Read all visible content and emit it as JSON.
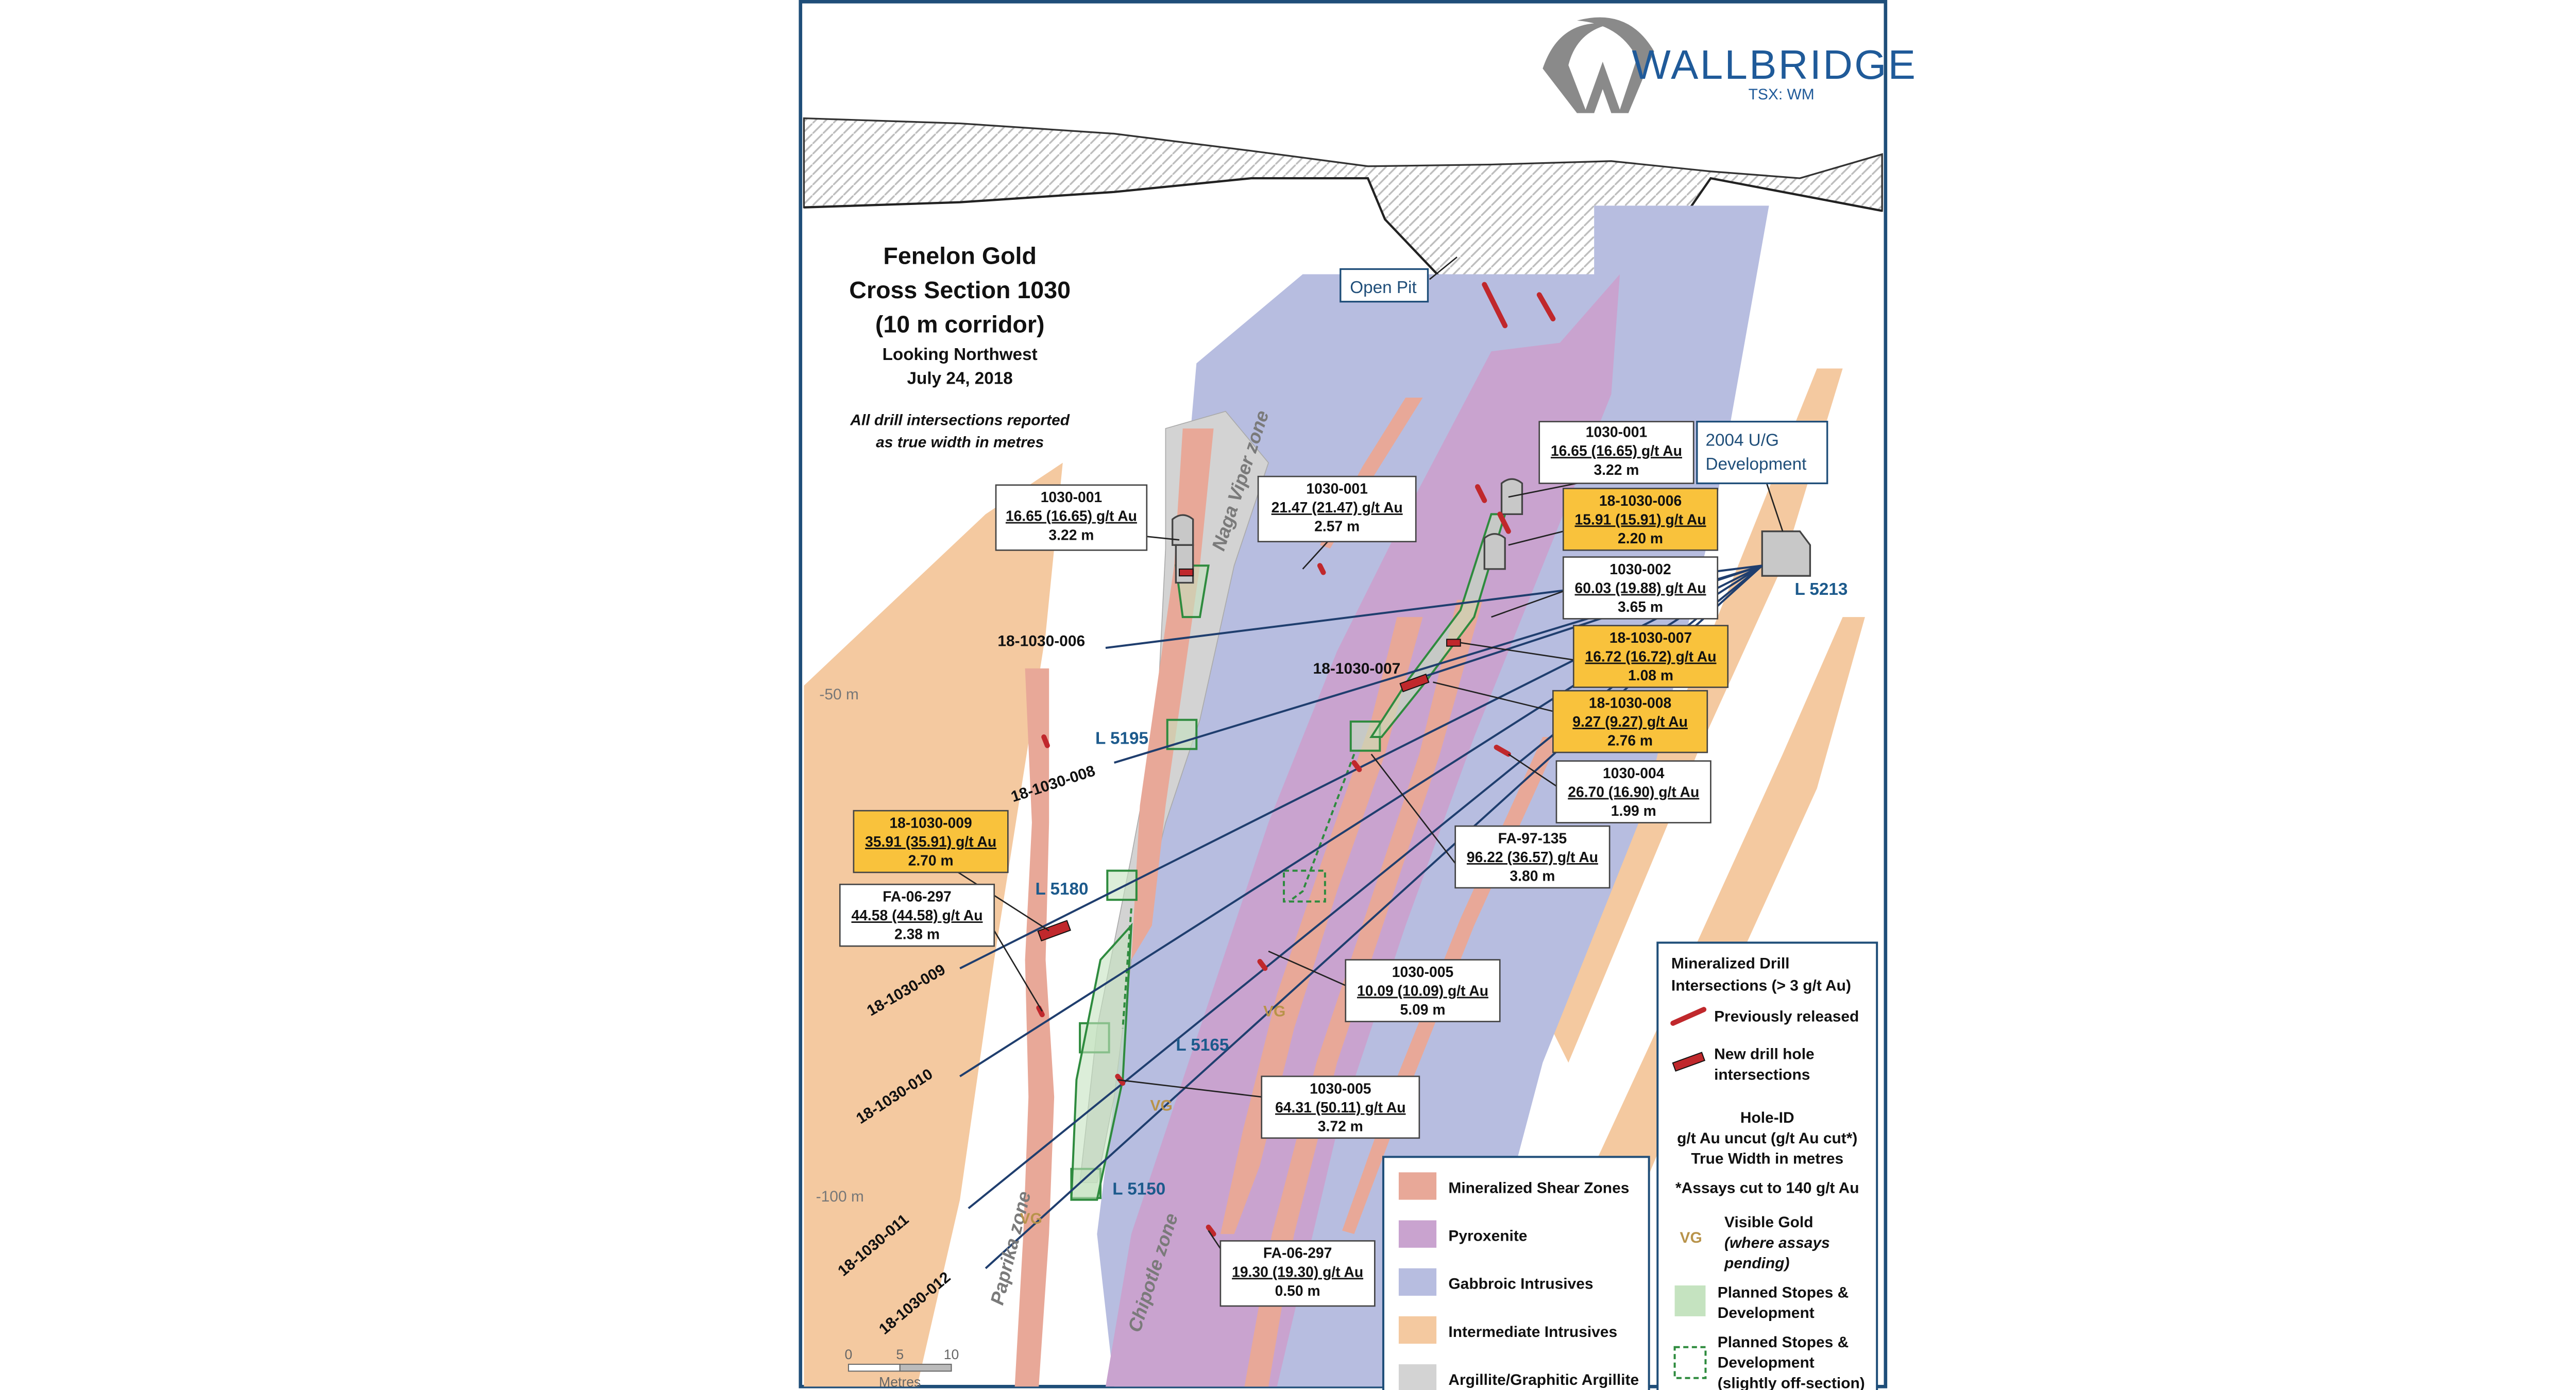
{
  "logo": {
    "name": "WALLBRIDGE",
    "ticker": "TSX: WM"
  },
  "title": {
    "line1": "Fenelon Gold",
    "line2": "Cross Section 1030",
    "line3": "(10 m corridor)",
    "line4": "Looking Northwest",
    "line5": "July 24, 2018"
  },
  "note": {
    "line1": "All drill intersections reported",
    "line2": "as true width in metres"
  },
  "features": {
    "open_pit": "Open Pit",
    "ug_dev_line1": "2004 U/G",
    "ug_dev_line2": "Development"
  },
  "zones": {
    "naga_viper": "Naga Viper zone",
    "paprika": "Paprika zone",
    "chipotle": "Chipotle zone"
  },
  "levels": [
    "L 5213",
    "L 5195",
    "L 5180",
    "L 5165",
    "L 5150"
  ],
  "depth_labels": [
    "-50 m",
    "-100 m"
  ],
  "drill_holes": [
    "18-1030-006",
    "18-1030-007",
    "18-1030-008",
    "18-1030-009",
    "18-1030-010",
    "18-1030-011",
    "18-1030-012"
  ],
  "vg_marker": "VG",
  "callouts": [
    {
      "id": "1030-001",
      "grade": "16.65 (16.65) g/t Au",
      "width": "3.22 m",
      "new": false
    },
    {
      "id": "1030-001",
      "grade": "21.47 (21.47) g/t Au",
      "width": "2.57 m",
      "new": false
    },
    {
      "id": "1030-001",
      "grade": "16.65 (16.65) g/t Au",
      "width": "3.22 m",
      "new": false
    },
    {
      "id": "18-1030-006",
      "grade": "15.91 (15.91) g/t Au",
      "width": "2.20 m",
      "new": true
    },
    {
      "id": "1030-002",
      "grade": "60.03 (19.88) g/t Au",
      "width": "3.65 m",
      "new": false
    },
    {
      "id": "18-1030-007",
      "grade": "16.72 (16.72) g/t Au",
      "width": "1.08 m",
      "new": true
    },
    {
      "id": "18-1030-008",
      "grade": "9.27 (9.27) g/t Au",
      "width": "2.76 m",
      "new": true
    },
    {
      "id": "1030-004",
      "grade": "26.70 (16.90) g/t Au",
      "width": "1.99 m",
      "new": false
    },
    {
      "id": "FA-97-135",
      "grade": "96.22 (36.57) g/t Au",
      "width": "3.80 m",
      "new": false
    },
    {
      "id": "18-1030-009",
      "grade": "35.91 (35.91) g/t Au",
      "width": "2.70 m",
      "new": true
    },
    {
      "id": "FA-06-297",
      "grade": "44.58 (44.58) g/t Au",
      "width": "2.38 m",
      "new": false
    },
    {
      "id": "1030-005",
      "grade": "10.09 (10.09) g/t Au",
      "width": "5.09 m",
      "new": false
    },
    {
      "id": "1030-005",
      "grade": "64.31 (50.11) g/t Au",
      "width": "3.72 m",
      "new": false
    },
    {
      "id": "FA-06-297",
      "grade": "19.30 (19.30) g/t Au",
      "width": "0.50 m",
      "new": false
    }
  ],
  "lithology_legend": [
    {
      "label": "Mineralized Shear Zones",
      "color": "#e8a898"
    },
    {
      "label": "Pyroxenite",
      "color": "#c9a3cf"
    },
    {
      "label": "Gabbroic Intrusives",
      "color": "#b7bde0"
    },
    {
      "label": "Intermediate Intrusives",
      "color": "#f4c9a0"
    },
    {
      "label": "Argillite/Graphitic Argillite",
      "color": "#d3d3d3"
    }
  ],
  "drill_legend": {
    "title1": "Mineralized Drill",
    "title2": "Intersections (> 3 g/t Au)",
    "prev": "Previously released",
    "new1": "New drill hole",
    "new2": "intersections",
    "key1": "Hole-ID",
    "key2": "g/t Au uncut (g/t Au cut*)",
    "key3": "True Width in metres",
    "assay_note": "*Assays cut to 140 g/t Au",
    "vg_label": "Visible Gold",
    "vg_note1": "(where assays",
    "vg_note2": "pending)",
    "stopes1": "Planned Stopes &",
    "stopes2": "Development",
    "offsec1": "Planned Stopes &",
    "offsec2": "Development",
    "offsec3": "(slightly off-section)"
  },
  "scale": {
    "ticks": [
      "0",
      "5",
      "10"
    ],
    "unit": "Metres"
  },
  "colors": {
    "shear": "#e8a898",
    "pyroxenite": "#c9a3cf",
    "gabbro": "#b7bde0",
    "intermediate": "#f4c9a0",
    "argillite": "#d3d3d3",
    "gold_box": "#f9c23c",
    "intersection": "#c0282c",
    "stope": "#2e8b3e",
    "border": "#1f4e79",
    "level_blue": "#1c5a8c"
  }
}
